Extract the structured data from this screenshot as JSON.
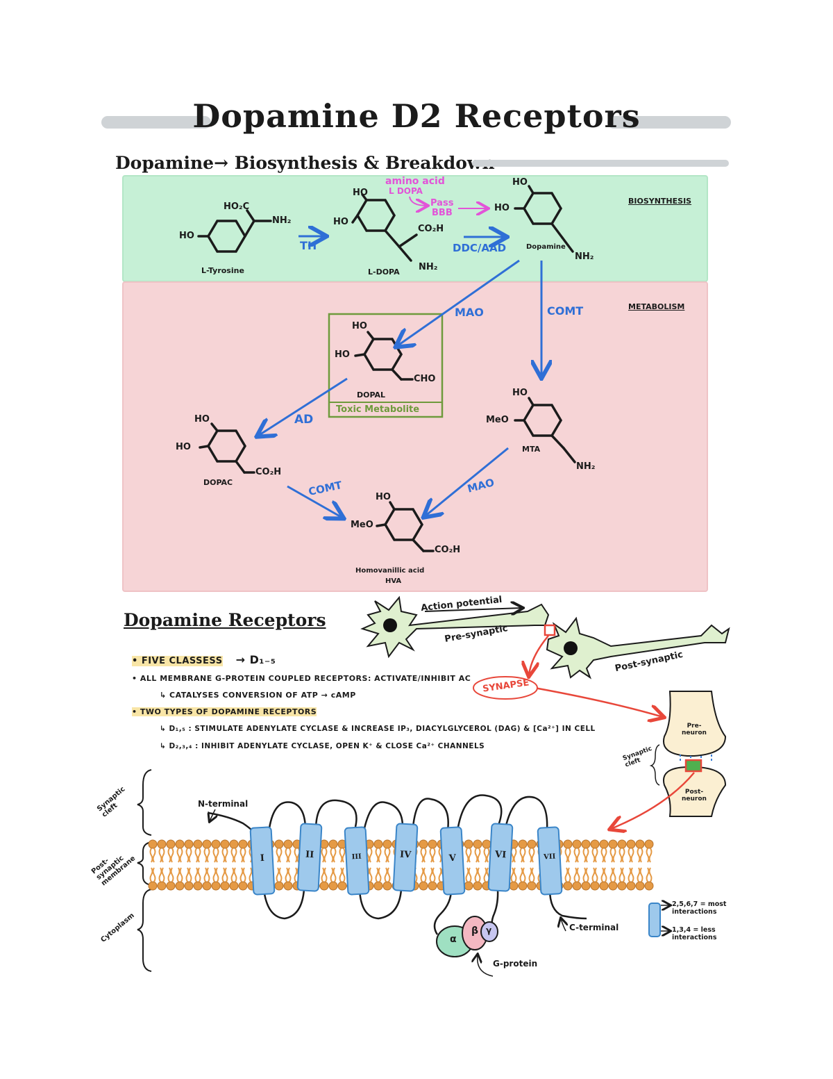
{
  "title": "Dopamine D2 Receptors",
  "section1": {
    "heading": "Dopamine→ Biosynthesis & Breakdown",
    "biosynthesis_label": "BIOSYNTHESIS",
    "metabolism_label": "METABOLISM",
    "molecules": {
      "l_tyrosine": "L-Tyrosine",
      "l_dopa": "L-DOPA",
      "dopamine": "Dopamine",
      "dopal": "DOPAL",
      "dopac": "DOPAC",
      "mta": "MTA",
      "hva_1": "Homovanillic acid",
      "hva_2": "HVA"
    },
    "enzymes": {
      "th": "TH",
      "ddc": "DDC/AAD",
      "mao1": "MAO",
      "comt1": "COMT",
      "ad": "AD",
      "comt2": "COMT",
      "mao2": "MAO"
    },
    "note_amino_acid": "amino acid",
    "note_ldopa": "L DOPA",
    "note_pass": "Pass",
    "note_bbb": "BBB",
    "toxic_label": "Toxic Metabolite",
    "groups": {
      "ho": "HO",
      "mo": "MeO",
      "nh2": "NH₂",
      "co2h": "CO₂H",
      "cho": "CHO",
      "ho2c": "HO₂C"
    }
  },
  "section2": {
    "heading": "Dopamine Receptors",
    "neuron_labels": {
      "action_potential": "Action potential",
      "pre": "Pre-synaptic",
      "post": "Post-synaptic",
      "synapse": "SYNAPSE"
    },
    "notes": {
      "line1_a": "• FIVE CLASSESS",
      "line1_b": "→ D₁₋₅",
      "line2": "• ALL MEMBRANE G-PROTEIN COUPLED RECEPTORS: ACTIVATE/INHIBIT AC",
      "line3": "↳ CATALYSES CONVERSION OF ATP → cAMP",
      "line4": "• TWO TYPES OF DOPAMINE RECEPTORS",
      "line5": "↳ D₁,₅ : STIMULATE ADENYLATE CYCLASE & INCREASE IP₃, DIACYLGLYCEROL (DAG) & [Ca²⁺] IN CELL",
      "line6": "↳ D₂,₃,₄ : INHIBIT ADENYLATE CYCLASE, OPEN K⁺ & CLOSE Ca²⁺ CHANNELS"
    },
    "synapse_labels": {
      "pre": "Pre-neuron",
      "cleft": "Synaptic cleft",
      "post": "Post-neuron"
    },
    "membrane_labels": {
      "cleft": "Synaptic cleft",
      "membrane": "Post-synaptic membrane",
      "cytoplasm": "Cytoplasm"
    },
    "n_terminal": "N-terminal",
    "c_terminal": "C-terminal",
    "g_protein": "G-protein",
    "helices": [
      "I",
      "II",
      "III",
      "IV",
      "V",
      "VI",
      "VII"
    ],
    "gprotein_subunits": [
      "α",
      "β",
      "γ"
    ],
    "legend_1": "2,5,6,7 = most interactions",
    "legend_2": "1,3,4 = less interactions"
  },
  "colors": {
    "biosynthesis_bg": "#c6f0d6",
    "metabolism_bg": "#f6d4d6",
    "arrow_blue": "#2f6fd6",
    "helix_blue": "#9ec9ec",
    "lipid_orange": "#e59a45",
    "red": "#e8473a",
    "pink": "#e254d8",
    "green": "#6e9a3c"
  }
}
